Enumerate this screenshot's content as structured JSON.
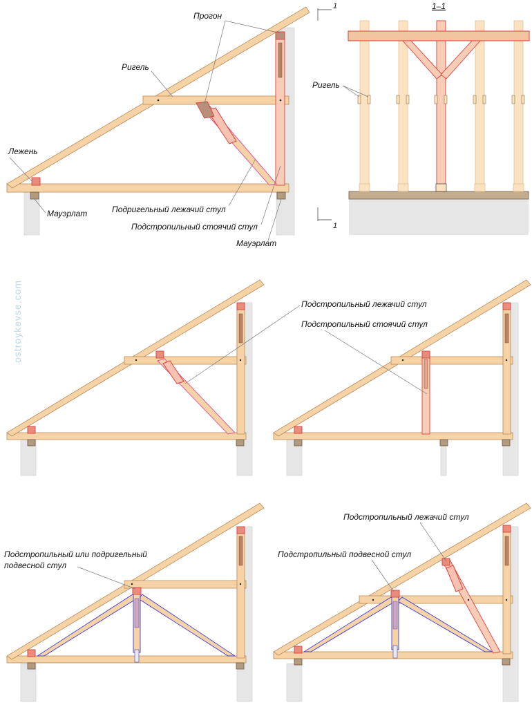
{
  "labels": {
    "progon": "Прогон",
    "rigel": "Ригель",
    "lezhen": "Лежень",
    "mauerlat1": "Мауэрлат",
    "mauerlat2": "Мауэрлат",
    "podrig_lezh": "Подригельный лежачий стул",
    "podstr_stoy": "Подстропильный стоячий стул",
    "section_title": "1–1",
    "section_rigel": "Ригель",
    "cut_top": "1",
    "cut_bottom": "1",
    "watermark": "ostroykevse.com",
    "p2_lezh": "Подстропильный лежачий стул",
    "p2_stoy": "Подстропильный стоячий стул",
    "p3_line1": "Подстропильный или подригельный",
    "p3_line2": "подвесной стул",
    "p4_lezh": "Подстропильный лежачий стул",
    "p4_podves": "Подстропильный подвесной стул"
  },
  "colors": {
    "wood": "#f6d3a6",
    "highlight_red": "#e2403a",
    "highlight_blue": "#3b3bd6",
    "highlight_pink": "#e0489a",
    "wall": "#e6e6e6"
  }
}
